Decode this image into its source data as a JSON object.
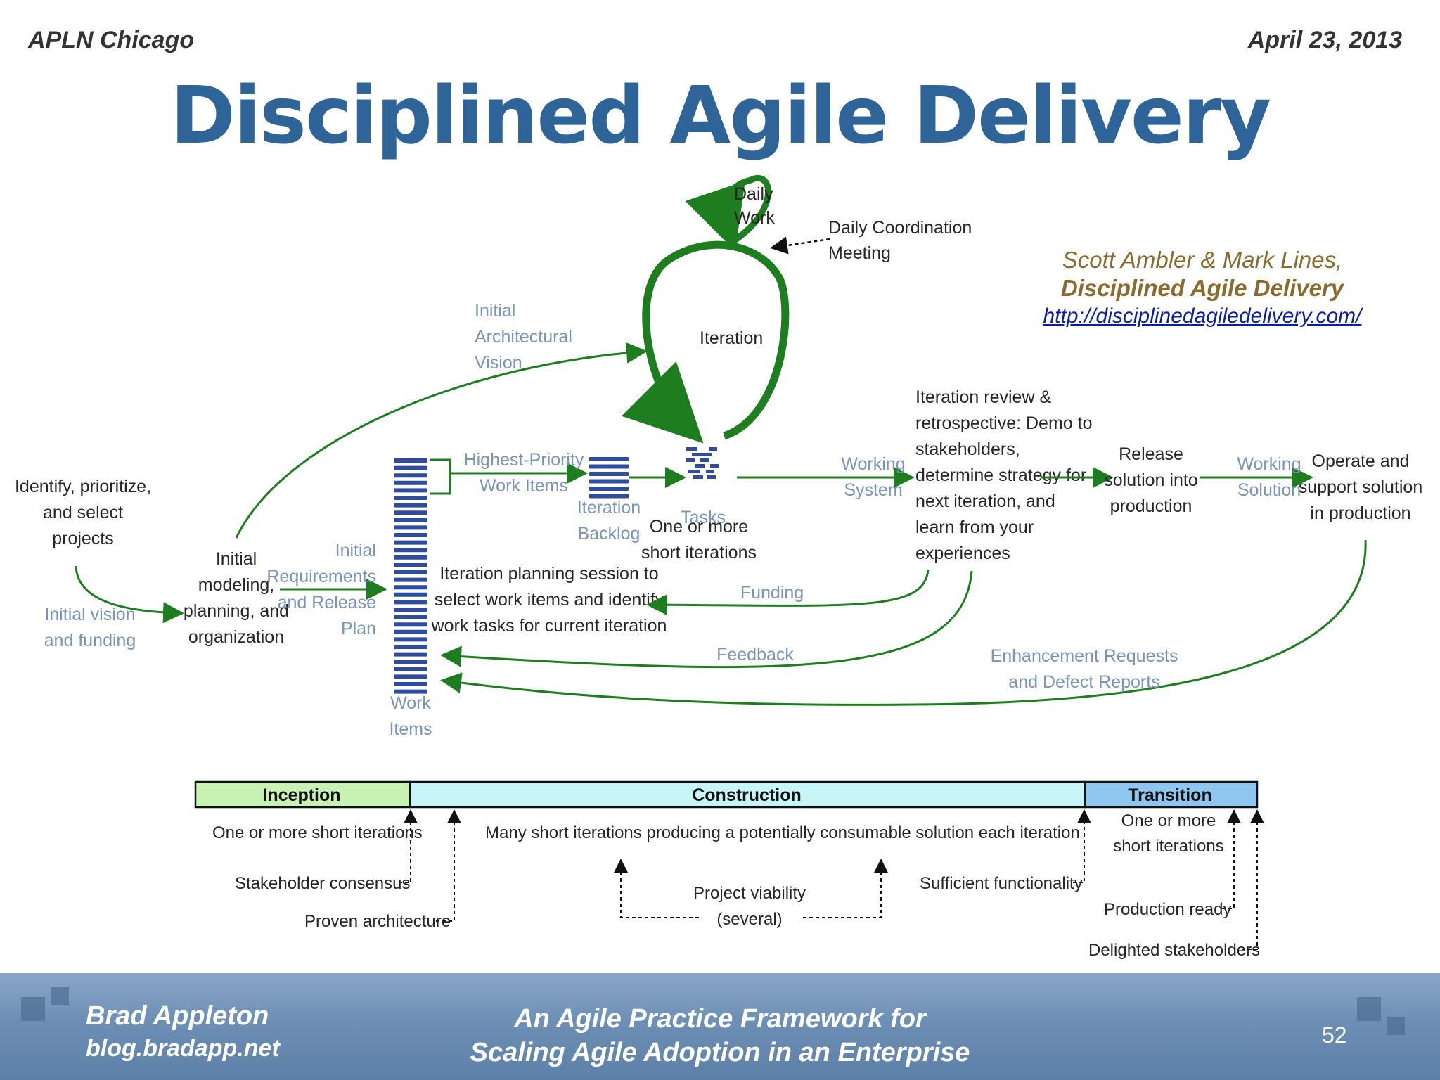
{
  "header": {
    "left": "APLN Chicago",
    "right": "April 23, 2013"
  },
  "title": "Disciplined Agile Delivery",
  "citation": {
    "authors": "Scott Ambler & Mark Lines,",
    "book": "Disciplined Agile Delivery",
    "url": "http://disciplinedagiledelivery.com/"
  },
  "diagram": {
    "daily_work": [
      "Daily",
      "Work"
    ],
    "daily_meeting": [
      "Daily Coordination",
      "Meeting"
    ],
    "iteration": "Iteration",
    "initial_arch_vision": [
      "Initial",
      "Architectural",
      "Vision"
    ],
    "identify_projects": [
      "Identify, prioritize,",
      "and select",
      "projects"
    ],
    "initial_vision_funding": [
      "Initial vision",
      "and funding"
    ],
    "initial_modeling": [
      "Initial",
      "modeling,",
      "planning, and",
      "organization"
    ],
    "initial_requirements": [
      "Initial",
      "Requirements",
      "and Release",
      "Plan"
    ],
    "work_items": [
      "Work",
      "Items"
    ],
    "highest_priority": [
      "Highest-Priority",
      "Work Items"
    ],
    "iteration_backlog": [
      "Iteration",
      "Backlog"
    ],
    "tasks": "Tasks",
    "one_or_more_iter": [
      "One or more",
      "short iterations"
    ],
    "planning_session": [
      "Iteration planning session to",
      "select work items and identify",
      "work tasks for current iteration"
    ],
    "funding": "Funding",
    "feedback": "Feedback",
    "working_system": [
      "Working",
      "System"
    ],
    "iteration_review": [
      "Iteration review &",
      "retrospective: Demo to",
      "stakeholders,",
      "determine strategy for",
      "next iteration, and",
      "learn from your",
      "experiences"
    ],
    "release": [
      "Release",
      "solution into",
      "production"
    ],
    "working_solution": [
      "Working",
      "Solution"
    ],
    "operate": [
      "Operate and",
      "support solution",
      "in production"
    ],
    "enhancements": [
      "Enhancement Requests",
      "and Defect Reports"
    ]
  },
  "phases": {
    "inception": "Inception",
    "construction": "Construction",
    "transition": "Transition",
    "inception_note": "One or more short iterations",
    "construction_note": "Many short iterations producing a potentially consumable solution each iteration",
    "transition_note": [
      "One or more",
      "short iterations"
    ],
    "milestones": {
      "stakeholder_consensus": "Stakeholder consensus",
      "proven_architecture": "Proven architecture",
      "project_viability": [
        "Project viability",
        "(several)"
      ],
      "sufficient_functionality": "Sufficient functionality",
      "production_ready": "Production ready",
      "delighted_stakeholders": "Delighted stakeholders"
    }
  },
  "colors": {
    "title": "#2f6499",
    "green": "#1e7d1e",
    "inception": "#c8f2b4",
    "construction": "#c8f6f8",
    "transition": "#8ec6f0"
  },
  "footer": {
    "author": "Brad Appleton",
    "blog": "blog.bradapp.net",
    "talk_line1": "An Agile Practice Framework for",
    "talk_line2": "Scaling Agile Adoption in an Enterprise",
    "page": "52"
  }
}
